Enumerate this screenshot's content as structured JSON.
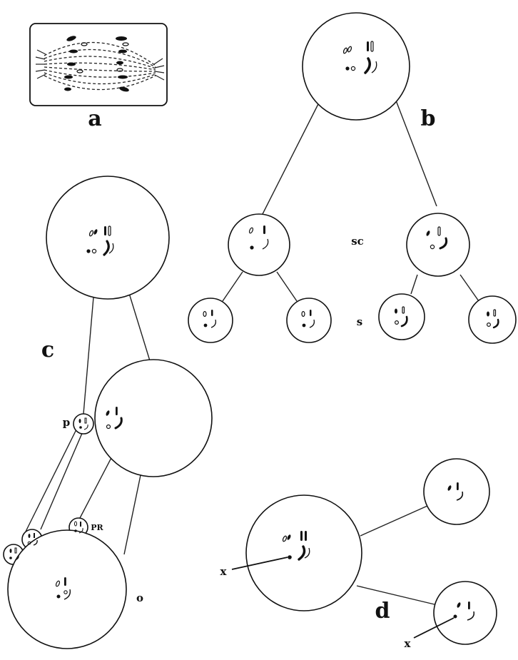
{
  "panels": {
    "a": {
      "letter": "a"
    },
    "b": {
      "letter": "b",
      "row_label_sc": "sc",
      "row_label_s": "s"
    },
    "c": {
      "letter": "c",
      "label_p": "p",
      "label_pr": "PR",
      "label_o": "o"
    },
    "d": {
      "letter": "d",
      "label_x_upper": "x",
      "label_x_lower": "x"
    }
  },
  "colors": {
    "ink": "#111111",
    "paper": "#ffffff"
  }
}
